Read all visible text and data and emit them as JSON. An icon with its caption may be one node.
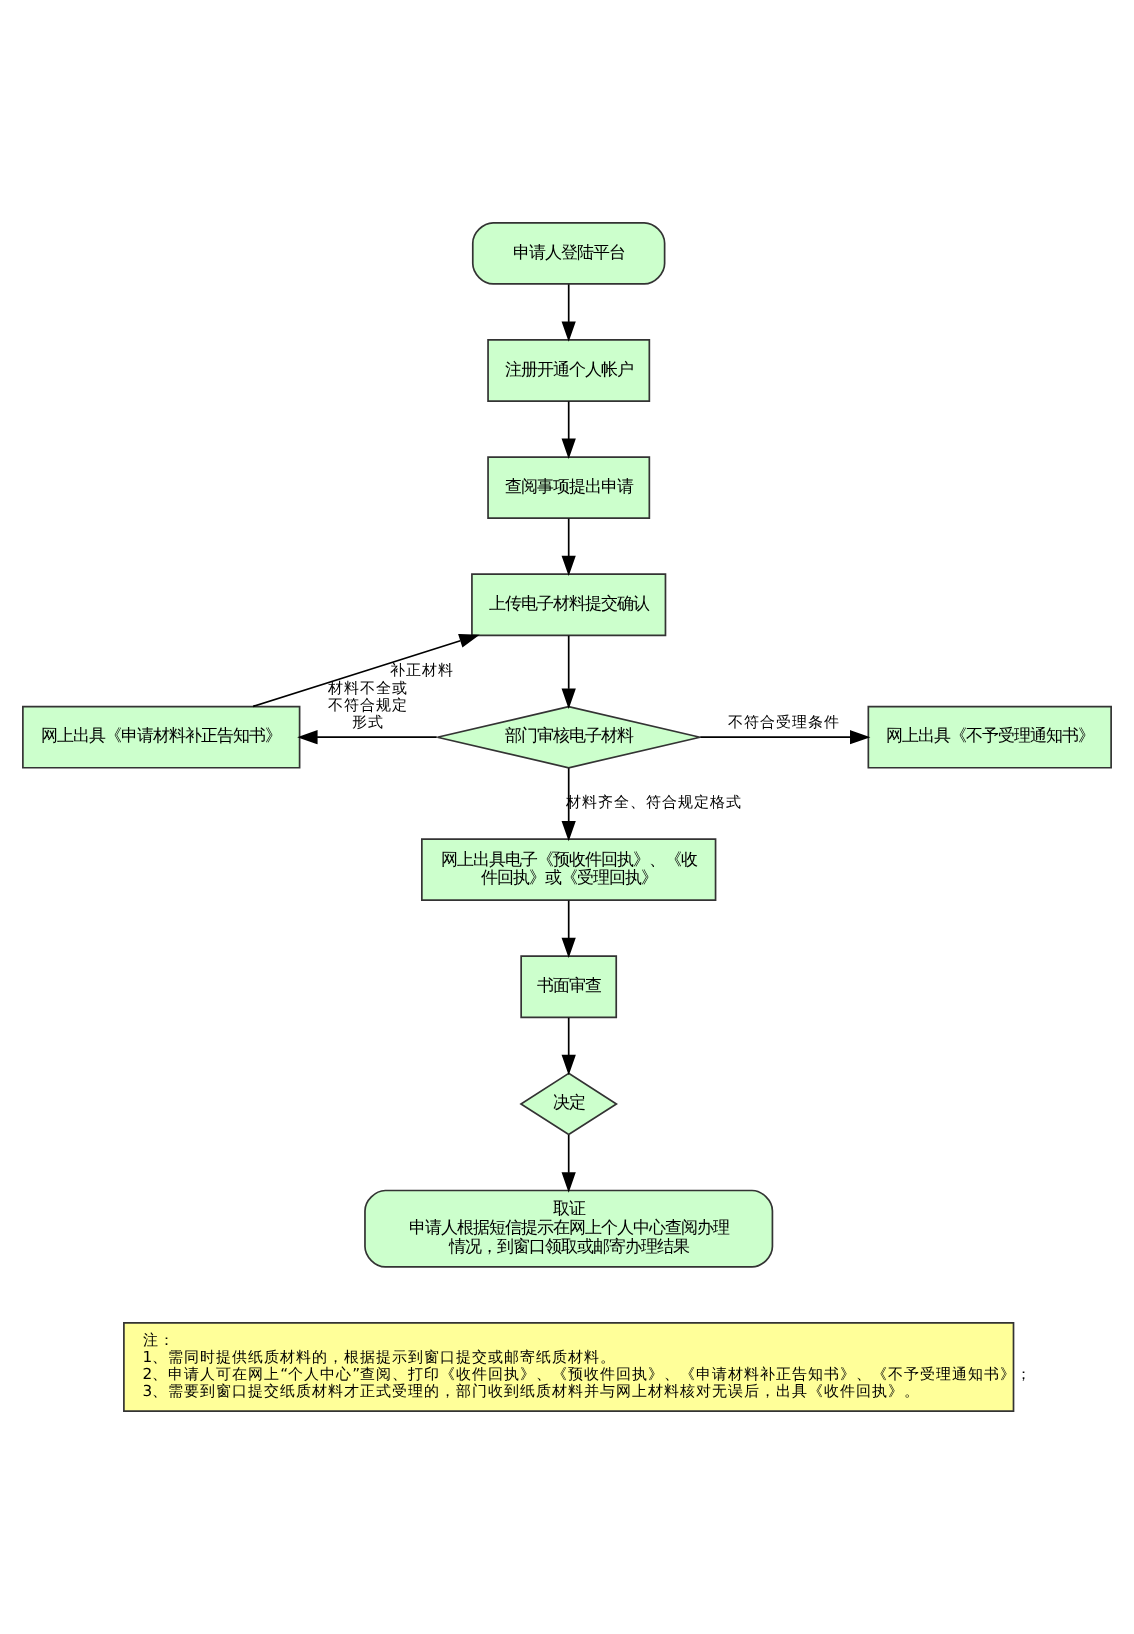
{
  "diagram": {
    "nodes": [
      {
        "text": [
          "申请人登陆平台"
        ]
      },
      {
        "text": [
          "注册开通个人帐户"
        ]
      },
      {
        "text": [
          "查阅事项提出申请"
        ]
      },
      {
        "text": [
          "上传电子材料提交确认"
        ]
      },
      {
        "text": [
          "部门审核电子材料"
        ]
      },
      {
        "text": [
          "网上出具《申请材料补正告知书》"
        ]
      },
      {
        "text": [
          "网上出具《不予受理通知书》"
        ]
      },
      {
        "text": [
          "网上出具电子《预收件回执》、《收件回执》或《受理回执》"
        ]
      },
      {
        "text": [
          "书面审查"
        ]
      },
      {
        "text": [
          "决定"
        ]
      },
      {
        "text": [
          "取证",
          "申请人根据短信提示在网上个人中心查阅办理情况，到窗口领取或邮寄办理结果"
        ]
      },
      {
        "text": [
          "注：",
          "1、需同时提供纸质材料的，根据提示到窗口提交或邮寄纸质材料。",
          "2、申请人可在网上“个人中心”查阅、打印《收件回执》、《预收件回执》、《申请材料补正告知书》、《不予受理通知书》；",
          "3、需要到窗口提交纸质材料才正式受理的，部门收到纸质材料并与网上材料核对无误后，出具《收件回执》。"
        ]
      }
    ],
    "edges": [
      {
        "from": 0,
        "to": 1,
        "arrow": "to"
      },
      {
        "from": 1,
        "to": 2,
        "arrow": "to"
      },
      {
        "from": 2,
        "to": 3,
        "arrow": "to"
      },
      {
        "from": 3,
        "to": 4,
        "arrow": "to"
      },
      {
        "from": 4,
        "to": 5,
        "arrow": "to",
        "label": "材料不全或不符合规定形式"
      },
      {
        "from": 4,
        "to": 6,
        "arrow": "to",
        "label": "不符合受理条件"
      },
      {
        "from": 5,
        "to": 3,
        "arrow": "to",
        "label": "补正材料"
      },
      {
        "from": 4,
        "to": 7,
        "arrow": "to",
        "label": "材料齐全、符合规定格式"
      },
      {
        "from": 7,
        "to": 8,
        "arrow": "to"
      },
      {
        "from": 8,
        "to": 9,
        "arrow": "to"
      },
      {
        "from": 9,
        "to": 10,
        "arrow": "to"
      }
    ]
  }
}
